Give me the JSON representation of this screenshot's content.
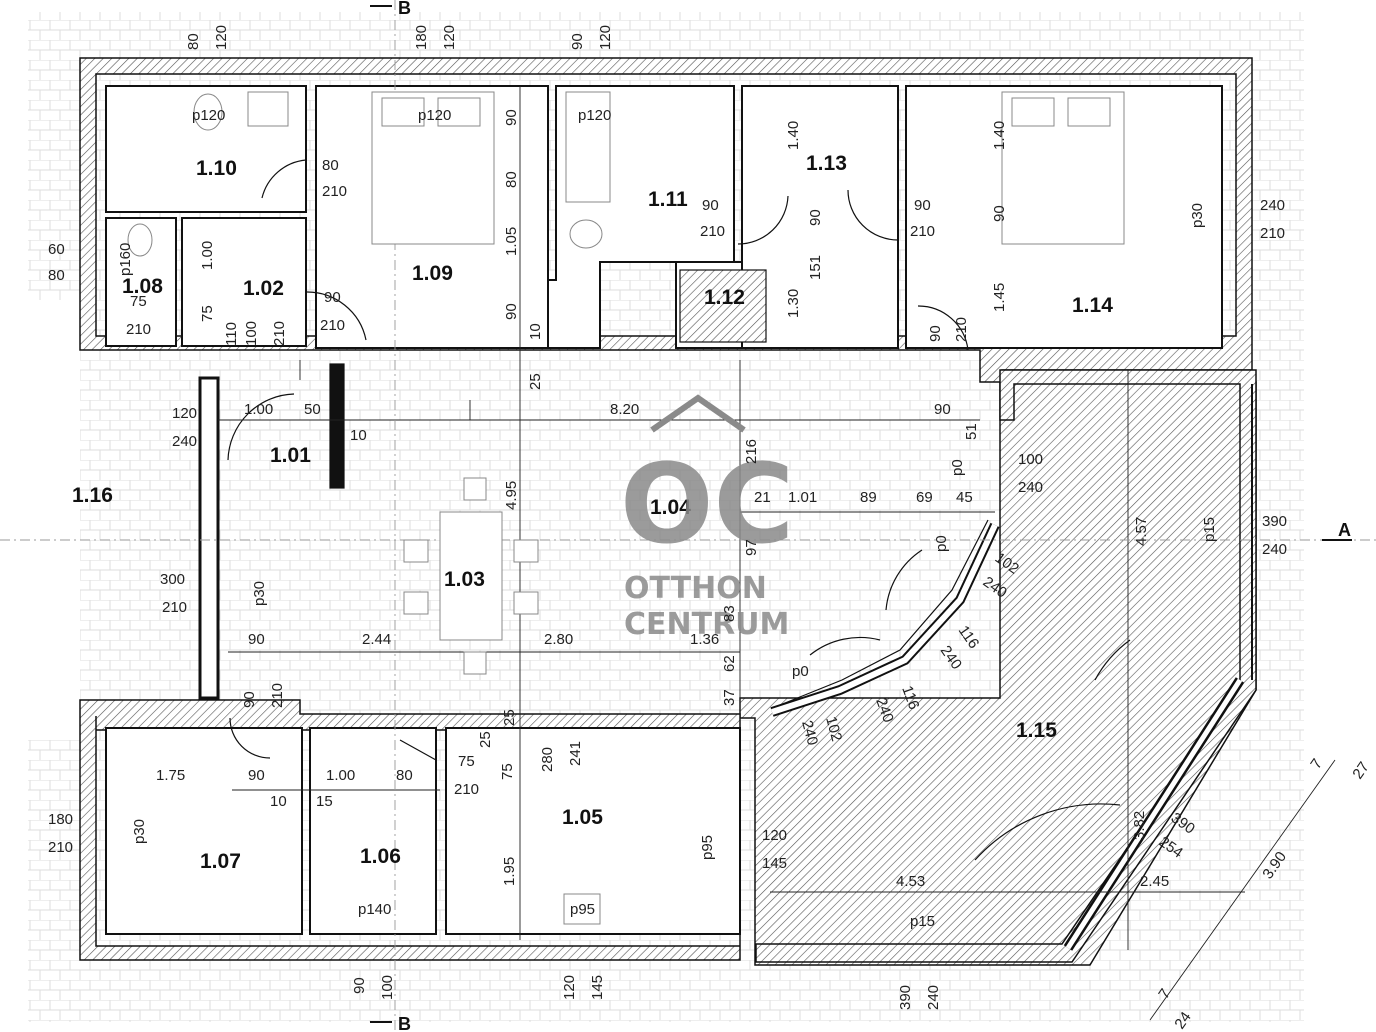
{
  "rooms": [
    {
      "id": "r110",
      "label": "1.10"
    },
    {
      "id": "r108",
      "label": "1.08"
    },
    {
      "id": "r102",
      "label": "1.02"
    },
    {
      "id": "r109",
      "label": "1.09"
    },
    {
      "id": "r111",
      "label": "1.11"
    },
    {
      "id": "r113",
      "label": "1.13"
    },
    {
      "id": "r112",
      "label": "1.12"
    },
    {
      "id": "r114",
      "label": "1.14"
    },
    {
      "id": "r101",
      "label": "1.01"
    },
    {
      "id": "r116",
      "label": "1.16"
    },
    {
      "id": "r104",
      "label": "1.04"
    },
    {
      "id": "r103",
      "label": "1.03"
    },
    {
      "id": "r115",
      "label": "1.15"
    },
    {
      "id": "r105",
      "label": "1.05"
    },
    {
      "id": "r107",
      "label": "1.07"
    },
    {
      "id": "r106",
      "label": "1.06"
    }
  ],
  "section_marks": {
    "b_top": "B",
    "b_bottom": "B",
    "a_right": "A"
  },
  "watermark": {
    "logo": "OC",
    "line1": "OTTHON",
    "line2": "CENTRUM"
  },
  "dims": {
    "t80": "80",
    "t120a": "120",
    "t180": "180",
    "t120b": "120",
    "t90": "90",
    "t120c": "120",
    "p120a": "p120",
    "p120b": "p120",
    "p120c": "p120",
    "d80": "80",
    "d210a": "210",
    "d60": "60",
    "d80b": "80",
    "p160": "p160",
    "d75a": "75",
    "d210b": "210",
    "d100a": "1.00",
    "d75b": "75",
    "d110": "110",
    "d100b": "100",
    "d210c": "210",
    "d90a": "90",
    "d210d": "210",
    "v90a": "90",
    "v80": "80",
    "v105": "1.05",
    "v90b": "90",
    "v10": "10",
    "v25": "25",
    "d90b": "90",
    "d210e": "210",
    "v140a": "1.40",
    "v90c": "90",
    "v151": "151",
    "v130": "1.30",
    "d90c": "90",
    "d210f": "210",
    "v140b": "1.40",
    "v90d": "90",
    "v145": "1.45",
    "p30a": "p30",
    "d240a": "240",
    "d210g": "210",
    "d90d": "90",
    "d210h": "210",
    "d120a": "120",
    "d240b": "240",
    "d100c": "1.00",
    "d50": "50",
    "d10a": "10",
    "d820": "8.20",
    "d90e": "90",
    "d51": "51",
    "v216": "216",
    "v495": "4.95",
    "p0a": "p0",
    "d100d": "100",
    "d240c": "240",
    "d21": "21",
    "d101": "1.01",
    "d89": "89",
    "d69": "69",
    "d45": "45",
    "v97": "97",
    "p0b": "p0",
    "d102a": "102",
    "d240d": "240",
    "v457": "4.57",
    "p15a": "p15",
    "d390a": "390",
    "d240e": "240",
    "d300": "300",
    "d210i": "210",
    "p30b": "p30",
    "d90f": "90",
    "d244": "2.44",
    "d280": "2.80",
    "d136": "1.36",
    "v83": "83",
    "v62": "62",
    "d116a": "116",
    "d240f": "240",
    "p0c": "p0",
    "d116b": "116",
    "d240g": "240",
    "d102b": "102",
    "d240h": "240",
    "d90g": "90",
    "d210j": "210",
    "v37": "37",
    "v25b": "25",
    "v25c": "25",
    "v280": "280",
    "v241": "241",
    "v75": "75",
    "d175": "1.75",
    "d90h": "90",
    "d10b": "10",
    "d15": "15",
    "d100e": "1.00",
    "d80c": "80",
    "d75c": "75",
    "d210k": "210",
    "d180": "180",
    "d210l": "210",
    "p30c": "p30",
    "p95a": "p95",
    "d120b": "120",
    "d145a": "145",
    "v195": "1.95",
    "v382": "3.82",
    "d390b": "390",
    "d254": "254",
    "d453": "4.53",
    "d245": "2.45",
    "d390c": "3.90",
    "d7a": "7",
    "d27": "27",
    "d7b": "7",
    "d24": "24",
    "p140": "p140",
    "p95b": "p95",
    "p15b": "p15",
    "b90": "90",
    "b100": "100",
    "b120": "120",
    "b145": "145",
    "b390": "390",
    "b240": "240"
  }
}
